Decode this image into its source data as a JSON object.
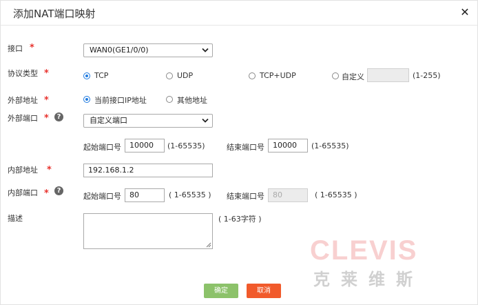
{
  "dialog": {
    "title": "添加NAT端口映射",
    "close_icon": "close-icon"
  },
  "required_mark": "*",
  "interface": {
    "label": "接口",
    "selected": "WAN0(GE1/0/0)"
  },
  "protocol": {
    "label": "协议类型",
    "options": [
      "TCP",
      "UDP",
      "TCP+UDP",
      "自定义"
    ],
    "selected": "TCP",
    "custom_value": "",
    "custom_range": "(1-255)"
  },
  "external_address": {
    "label": "外部地址",
    "options": [
      "当前接口IP地址",
      "其他地址"
    ],
    "selected": "当前接口IP地址"
  },
  "external_port": {
    "label": "外部端口",
    "help_icon": "help-icon",
    "selected": "自定义端口",
    "start_label": "起始端口号",
    "start_value": "10000",
    "start_range": "(1-65535)",
    "end_label": "结束端口号",
    "end_value": "10000",
    "end_range": "(1-65535)"
  },
  "internal_address": {
    "label": "内部地址",
    "value": "192.168.1.2"
  },
  "internal_port": {
    "label": "内部端口",
    "help_icon": "help-icon",
    "start_label": "起始端口号",
    "start_value": "80",
    "start_range": "( 1-65535 )",
    "end_label": "结束端口号",
    "end_value": "80",
    "end_range": "( 1-65535 )"
  },
  "description": {
    "label": "描述",
    "value": "",
    "hint": "( 1-63字符 )"
  },
  "buttons": {
    "ok": "确定",
    "cancel": "取消"
  },
  "watermark": {
    "en": "CLEVIS",
    "cn": "克莱维斯"
  },
  "colors": {
    "required": "#e8322d",
    "radio_selected": "#1e7ae0",
    "ok_button": "#8cc26a",
    "cancel_button": "#f15a2b"
  }
}
